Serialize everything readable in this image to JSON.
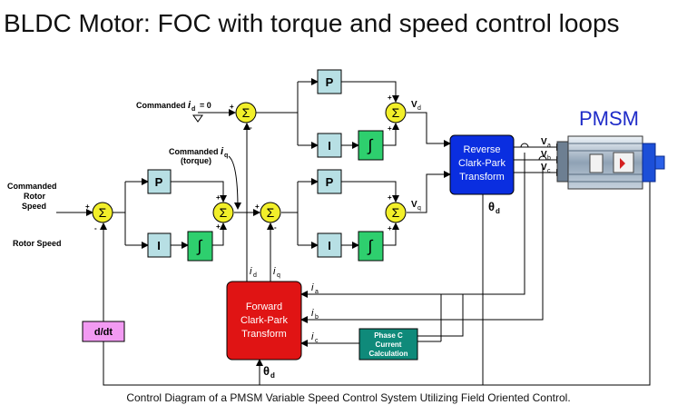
{
  "title": "BLDC Motor: FOC with torque and speed control loops",
  "caption": "Control Diagram of a PMSM Variable Speed Control System Utilizing Field Oriented Control.",
  "motor_label": "PMSM",
  "inputs": {
    "commanded_rotor_speed": [
      "Commanded",
      "Rotor",
      "Speed"
    ],
    "rotor_speed": "Rotor Speed",
    "commanded_id": "Commanded",
    "commanded_id_symbol": "i",
    "commanded_id_sub": "d",
    "commanded_id_value": "= 0",
    "commanded_iq": "Commanded",
    "commanded_iq_symbol": "i",
    "commanded_iq_sub": "q",
    "commanded_iq_note": "(torque)"
  },
  "blocks": {
    "p": "P",
    "i": "I",
    "integrator": "∫",
    "sum": "Σ",
    "reverse_transform": [
      "Reverse",
      "Clark-Park",
      "Transform"
    ],
    "forward_transform": [
      "Forward",
      "Clark-Park",
      "Transform"
    ],
    "phase_c": [
      "Phase C",
      "Current",
      "Calculation"
    ],
    "derivative": "d/dt"
  },
  "signals": {
    "vd": "V",
    "vd_sub": "d",
    "vq": "V",
    "vq_sub": "q",
    "va": "V",
    "va_sub": "a",
    "vb": "V",
    "vb_sub": "b",
    "vc": "V",
    "vc_sub": "c",
    "theta": "θ",
    "theta_sub": "d",
    "id": "i",
    "id_sub": "d",
    "iq": "i",
    "iq_sub": "q",
    "ia": "i",
    "ia_sub": "a",
    "ib": "i",
    "ib_sub": "b",
    "ic": "i",
    "ic_sub": "c"
  },
  "signs": {
    "plus": "+",
    "minus": "-"
  },
  "colors": {
    "p_block": "#b7dfe4",
    "integrator_block": "#2ecf6e",
    "sum_block": "#f2ef2a",
    "reverse_block": "#0a2ee0",
    "forward_block": "#e01414",
    "phase_block": "#0f8a7a",
    "ddt_block": "#f29af2",
    "motor_label": "#1f2cc8"
  }
}
